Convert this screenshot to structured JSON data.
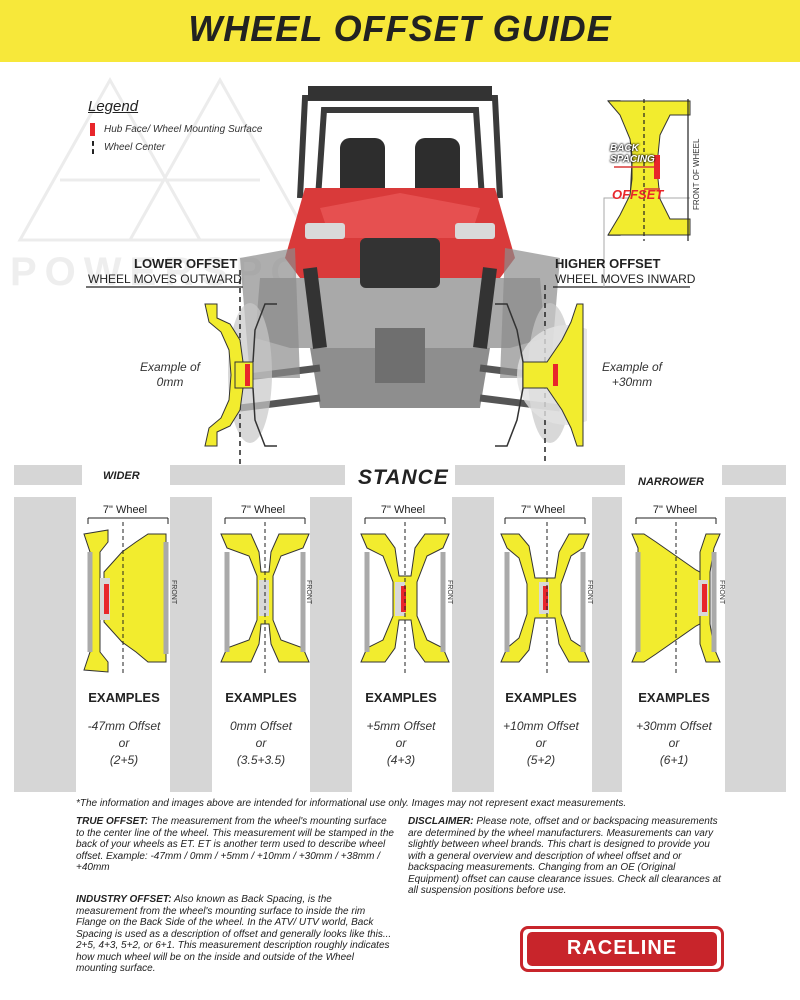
{
  "header": {
    "title": "WHEEL OFFSET GUIDE"
  },
  "legend": {
    "title": "Legend",
    "items": [
      {
        "label": "Hub Face/ Wheel Mounting Surface",
        "color": "#e8262b"
      },
      {
        "label": "Wheel Center"
      }
    ]
  },
  "inset": {
    "back_spacing": "BACK SPACING",
    "offset": "OFFSET",
    "front": "FRONT OF WHEEL"
  },
  "lower": {
    "title": "LOWER OFFSET",
    "subtitle": "WHEEL MOVES OUTWARD",
    "example_line1": "Example of",
    "example_line2": "0mm"
  },
  "higher": {
    "title": "HIGHER OFFSET",
    "subtitle": "WHEEL MOVES INWARD",
    "example_line1": "Example of",
    "example_line2": "+30mm"
  },
  "stance": {
    "wider": "WIDER",
    "title": "STANCE",
    "narrower": "NARROWER"
  },
  "panels": [
    {
      "wheel": "7\" Wheel",
      "front": "FRONT",
      "head": "EXAMPLES",
      "offset": "-47mm Offset",
      "or": "or",
      "spacing": "(2+5)"
    },
    {
      "wheel": "7\" Wheel",
      "front": "FRONT",
      "head": "EXAMPLES",
      "offset": "0mm Offset",
      "or": "or",
      "spacing": "(3.5+3.5)"
    },
    {
      "wheel": "7\" Wheel",
      "front": "FRONT",
      "head": "EXAMPLES",
      "offset": "+5mm Offset",
      "or": "or",
      "spacing": "(4+3)"
    },
    {
      "wheel": "7\" Wheel",
      "front": "FRONT",
      "head": "EXAMPLES",
      "offset": "+10mm Offset",
      "or": "or",
      "spacing": "(5+2)"
    },
    {
      "wheel": "7\" Wheel",
      "front": "FRONT",
      "head": "EXAMPLES",
      "offset": "+30mm Offset",
      "or": "or",
      "spacing": "(6+1)"
    }
  ],
  "notes": {
    "info": "*The information and images above are intended for informational use only. Images may not represent exact measurements.",
    "true_offset_title": "TRUE OFFSET:",
    "true_offset_body": " The measurement from the wheel's mounting surface to the center line of the wheel. This measurement will be stamped in the back of your wheels as ET. ET is another term used to describe wheel offset. Example: -47mm / 0mm / +5mm / +10mm / +30mm / +38mm / +40mm",
    "industry_title": "INDUSTRY OFFSET:",
    "industry_body": " Also known as Back Spacing, is the measurement from the wheel's mounting surface to inside the rim Flange on the Back Side of the wheel. In the ATV/ UTV world, Back Spacing is used as a description of offset and generally looks like this... 2+5, 4+3, 5+2, or 6+1. This measurement description roughly indicates how much wheel will be on the inside and outside of the Wheel mounting surface.",
    "disclaimer_title": "DISCLAIMER:",
    "disclaimer_body": " Please note, offset and or backspacing measurements are determined by the wheel manufacturers. Measurements can vary slightly between wheel brands. This chart is designed to provide you with a general overview and description of wheel offset and or backspacing measurements. Changing from an OE (Original Equipment) offset can cause clearance issues. Check all clearances at all suspension positions before use."
  },
  "brand": {
    "name": "RACELINE",
    "color": "#c8252b"
  },
  "colors": {
    "banner": "#f7e83a",
    "wheel": "#f2ec2e",
    "hub": "#e8262b",
    "vehicle_body": "#d93a3a"
  }
}
